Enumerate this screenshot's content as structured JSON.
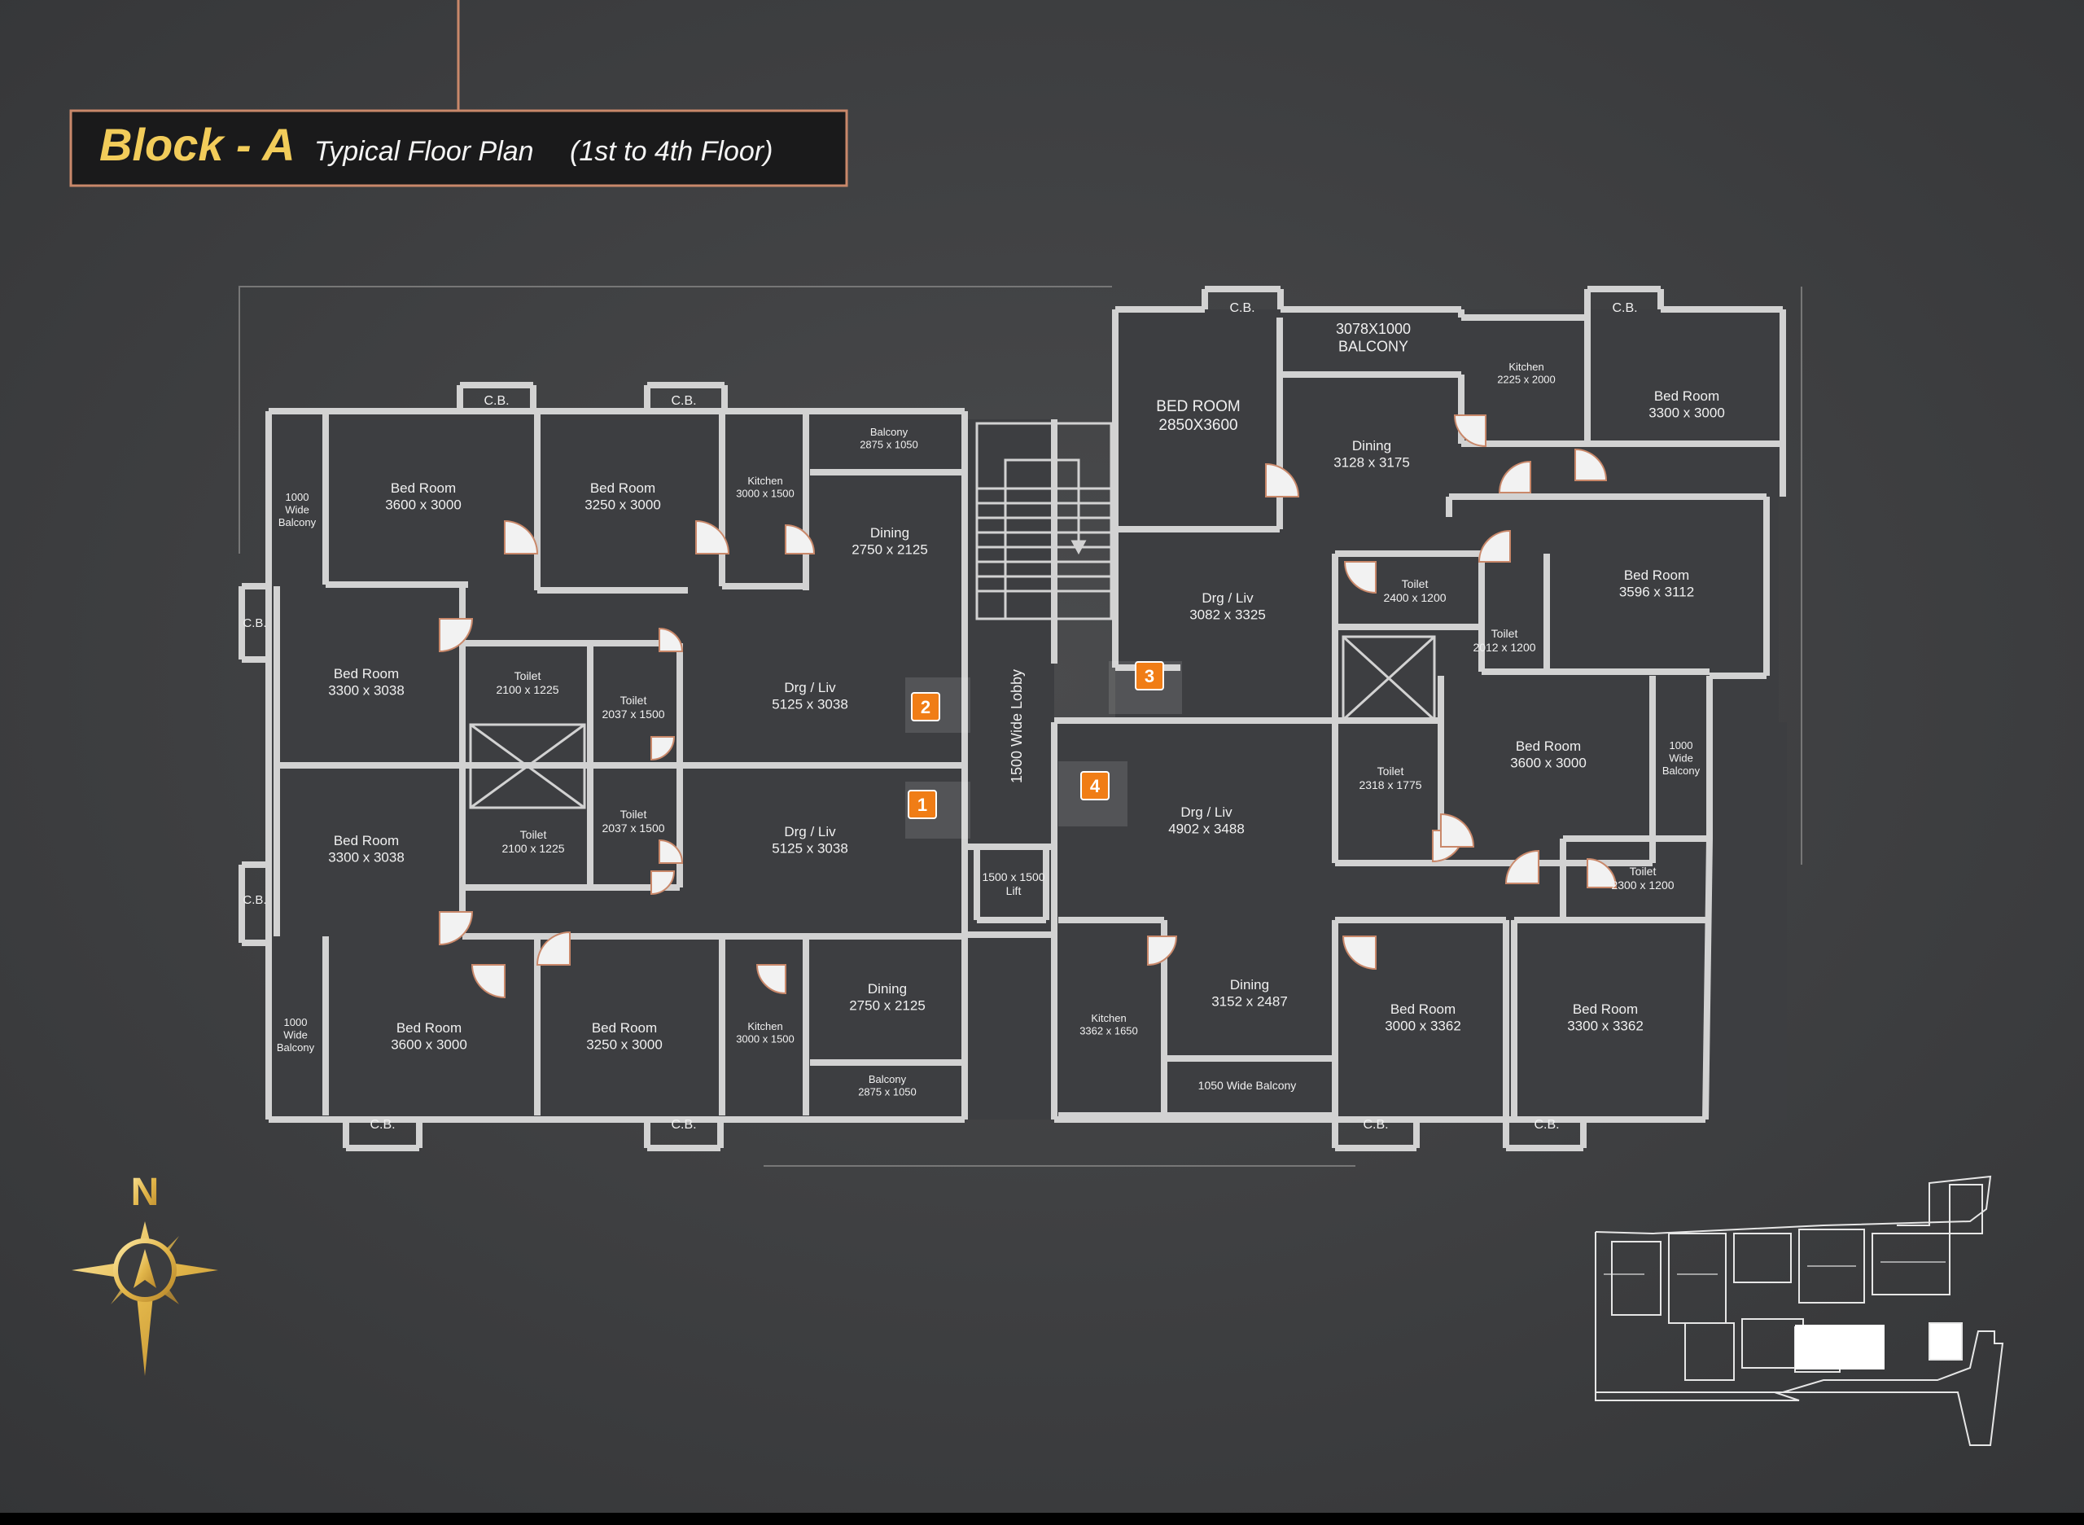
{
  "header": {
    "block": "Block - A",
    "subtitle": "Typical Floor Plan",
    "floors": "(1st to 4th Floor)"
  },
  "colors": {
    "background": "#3c3d3f",
    "wall": "#d2d2d2",
    "accent": "#f07d16",
    "gold": "#f2cc5a",
    "frame": "#c9886a"
  },
  "rooms": {
    "balcony_w1": [
      "1000",
      "Wide",
      "Balcony"
    ],
    "bed_nw1": [
      "Bed Room",
      "3600 x 3000"
    ],
    "cb_nw1": "C.B.",
    "bed_nw2": [
      "Bed Room",
      "3250 x 3000"
    ],
    "cb_nw2": "C.B.",
    "kitchen_nw": [
      "Kitchen",
      "3000 x 1500"
    ],
    "balcony_nw": [
      "Balcony",
      "2875 x 1050"
    ],
    "dining_nw": [
      "Dining",
      "2750 x 2125"
    ],
    "cb_w1": "C.B.",
    "bed_w1": [
      "Bed Room",
      "3300 x 3038"
    ],
    "toilet_w1": [
      "Toilet",
      "2100 x 1225"
    ],
    "toilet_w2": [
      "Toilet",
      "2037 x 1500"
    ],
    "drg_w1": [
      "Drg / Liv",
      "5125 x 3038"
    ],
    "bed_w2": [
      "Bed Room",
      "3300 x 3038"
    ],
    "toilet_w3": [
      "Toilet",
      "2037 x 1500"
    ],
    "toilet_w4": [
      "Toilet",
      "2100 x 1225"
    ],
    "drg_w2": [
      "Drg / Liv",
      "5125 x 3038"
    ],
    "cb_w2": "C.B.",
    "balcony_w2": [
      "1000",
      "Wide",
      "Balcony"
    ],
    "bed_sw1": [
      "Bed Room",
      "3600 x 3000"
    ],
    "cb_sw1": "C.B.",
    "bed_sw2": [
      "Bed Room",
      "3250 x 3000"
    ],
    "cb_sw2": "C.B.",
    "kitchen_sw": [
      "Kitchen",
      "3000 x 1500"
    ],
    "dining_sw": [
      "Dining",
      "2750 x 2125"
    ],
    "balcony_sw": [
      "Balcony",
      "2875 x 1050"
    ],
    "lobby": "1500 Wide Lobby",
    "lift": [
      "1500 x 1500",
      "Lift"
    ],
    "cb_n1": "C.B.",
    "bed_ne1": [
      "BED ROOM",
      "2850X3600"
    ],
    "balcony_n": [
      "3078X1000",
      "BALCONY"
    ],
    "dining_ne": [
      "Dining",
      "3128 x 3175"
    ],
    "kitchen_ne": [
      "Kitchen",
      "2225 x 2000"
    ],
    "cb_n2": "C.B.",
    "bed_ne2": [
      "Bed Room",
      "3300 x 3000"
    ],
    "drg_ne": [
      "Drg / Liv",
      "3082 x 3325"
    ],
    "toilet_e1": [
      "Toilet",
      "2400 x 1200"
    ],
    "toilet_e2": [
      "Toilet",
      "2012 x 1200"
    ],
    "bed_e1": [
      "Bed Room",
      "3596 x 3112"
    ],
    "toilet_e3": [
      "Toilet",
      "2318 x 1775"
    ],
    "bed_e2": [
      "Bed Room",
      "3600 x 3000"
    ],
    "balcony_e": [
      "1000",
      "Wide",
      "Balcony"
    ],
    "drg_se": [
      "Drg / Liv",
      "4902 x 3488"
    ],
    "toilet_e4": [
      "Toilet",
      "2300 x 1200"
    ],
    "kitchen_se": [
      "Kitchen",
      "3362 x 1650"
    ],
    "dining_se": [
      "Dining",
      "3152 x 2487"
    ],
    "balcony_s": "1050 Wide Balcony",
    "bed_se1": [
      "Bed Room",
      "3000 x 3362"
    ],
    "bed_se2": [
      "Bed Room",
      "3300 x 3362"
    ],
    "cb_s1": "C.B.",
    "cb_s2": "C.B."
  },
  "flats": [
    "1",
    "2",
    "3",
    "4"
  ],
  "compass": {
    "north": "N"
  }
}
